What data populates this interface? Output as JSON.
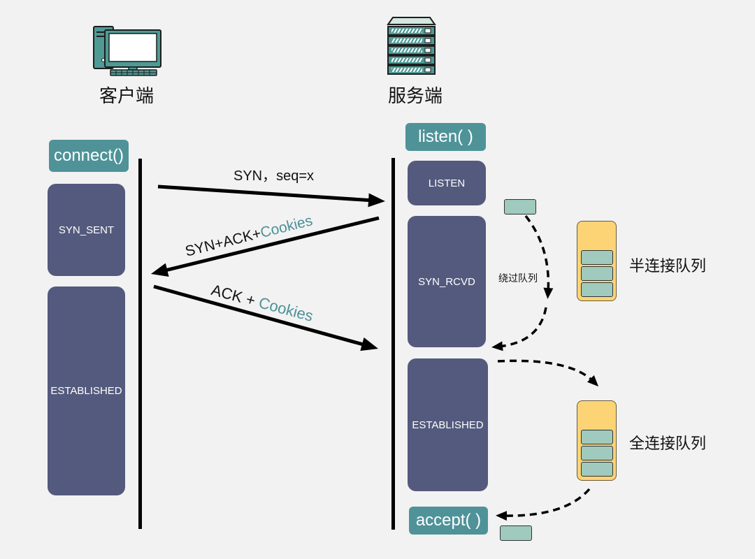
{
  "client": {
    "title": "客户端",
    "icon": "computer-icon",
    "call": "connect()",
    "states": [
      "SYN_SENT",
      "ESTABLISHED"
    ]
  },
  "server": {
    "title": "服务端",
    "icon": "server-icon",
    "listen_call": "listen( )",
    "states": [
      "LISTEN",
      "SYN_RCVD",
      "ESTABLISHED"
    ],
    "accept_call": "accept( )"
  },
  "messages": [
    {
      "text": "SYN，seq=x"
    },
    {
      "text": "SYN+ACK+",
      "highlight": "Cookies"
    },
    {
      "text": "ACK + ",
      "highlight": "Cookies"
    }
  ],
  "bypass_label": "绕过队列",
  "queues": {
    "half": {
      "label": "半连接队列",
      "slots": 3
    },
    "full": {
      "label": "全连接队列",
      "slots": 3
    }
  },
  "colors": {
    "background": "#f2f2f2",
    "call_box": "#4f9399",
    "state_box": "#545a7d",
    "cookies_text": "#4b9199",
    "queue_fill": "#fdd475",
    "slot_fill": "#9fcabd",
    "icon_teal": "#4e9a95"
  }
}
